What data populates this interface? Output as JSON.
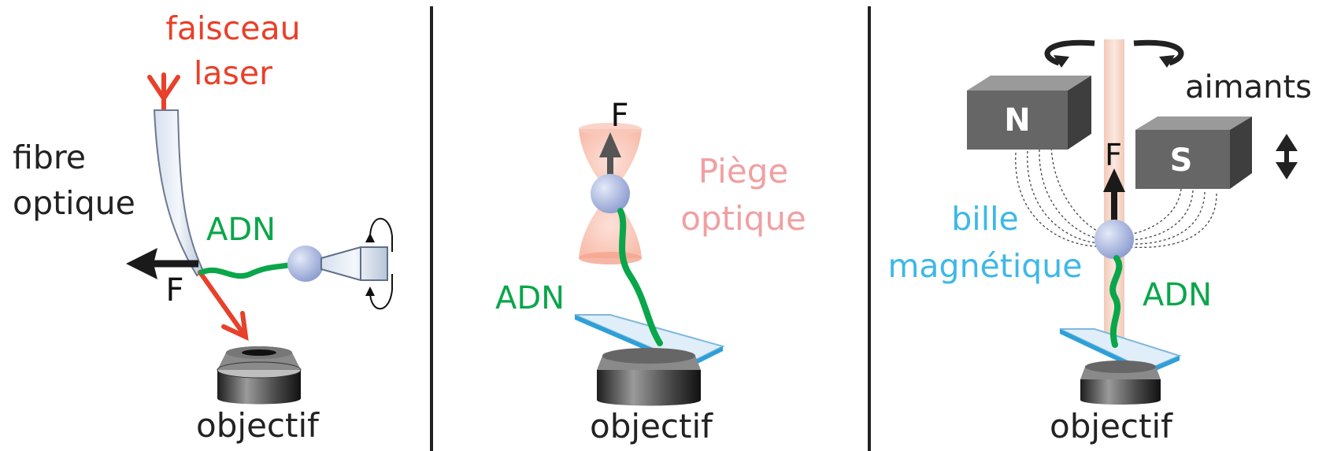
{
  "colors": {
    "red": "#e8402a",
    "green": "#0aa64a",
    "pink": "#f0a0a2",
    "cyan": "#3db8e8",
    "dark": "#222222",
    "bead": "#a9b8e0",
    "glass_edge": "#2ea0d8",
    "magnet": "#4a4a4a"
  },
  "panel1": {
    "laser_label_line1": "faisceau",
    "laser_label_line2": "laser",
    "fiber_label_line1": "fibre",
    "fiber_label_line2": "optique",
    "dna_label": "ADN",
    "force_label": "F",
    "objective_label": "objectif"
  },
  "panel2": {
    "force_label": "F",
    "trap_label_line1": "Piège",
    "trap_label_line2": "optique",
    "dna_label": "ADN",
    "objective_label": "objectif"
  },
  "panel3": {
    "magnet_n_label": "N",
    "magnet_s_label": "S",
    "magnets_label": "aimants",
    "force_label": "F",
    "bead_label_line1": "bille",
    "bead_label_line2": "magnétique",
    "dna_label": "ADN",
    "objective_label": "objectif"
  }
}
